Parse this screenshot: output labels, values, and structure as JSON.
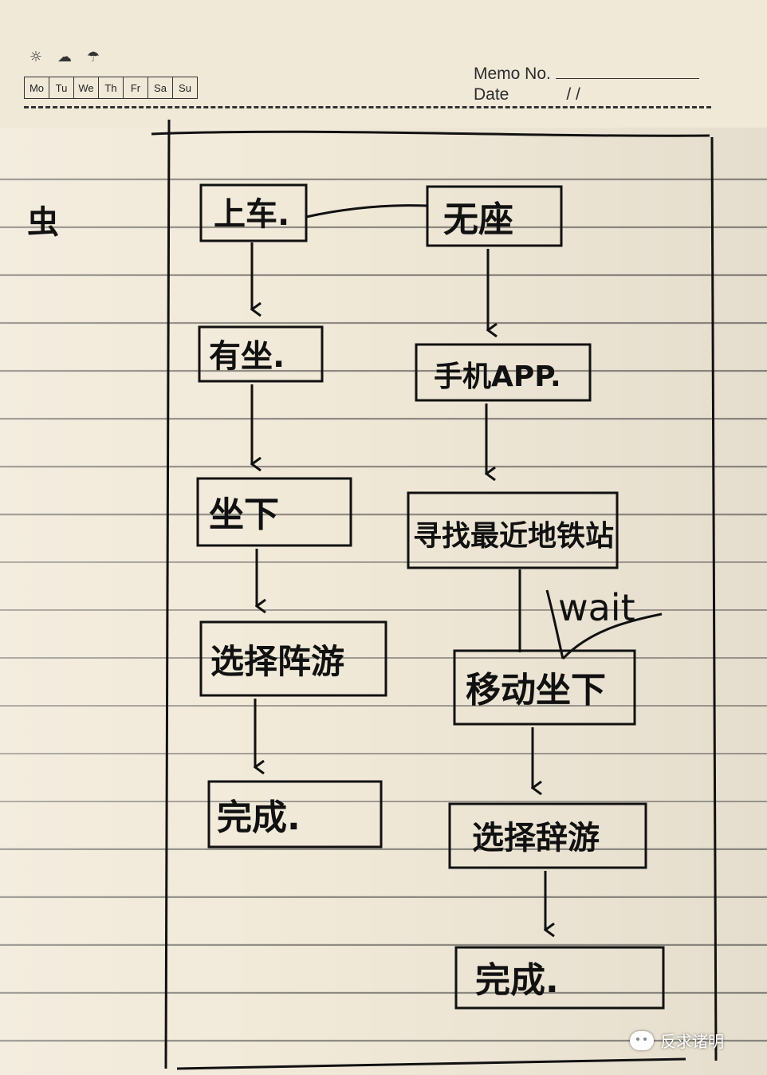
{
  "header": {
    "weather_icons": [
      "sun-icon",
      "cloud-sun-icon",
      "rain-icon"
    ],
    "weather_glyphs": [
      "☼",
      "☁",
      "☂"
    ],
    "days": [
      "Mo",
      "Tu",
      "We",
      "Th",
      "Fr",
      "Sa",
      "Su"
    ],
    "memo_no_label": "Memo No.",
    "date_label": "Date",
    "date_slashes": "/        /"
  },
  "diagram": {
    "margin_mark": "虫",
    "left_column": [
      "上车.",
      "有坐.",
      "坐下",
      "选择阵游",
      "完成."
    ],
    "right_column": [
      "无座",
      "手机APP.",
      "寻找最近地铁站",
      "移动坐下",
      "选择辞游",
      "完成."
    ],
    "wait_label": "wait"
  },
  "watermark": {
    "text": "反求诸明"
  },
  "colors": {
    "ink": "#111111",
    "paper": "#f1e9d8",
    "ruled_line": "#3c3c3c"
  }
}
